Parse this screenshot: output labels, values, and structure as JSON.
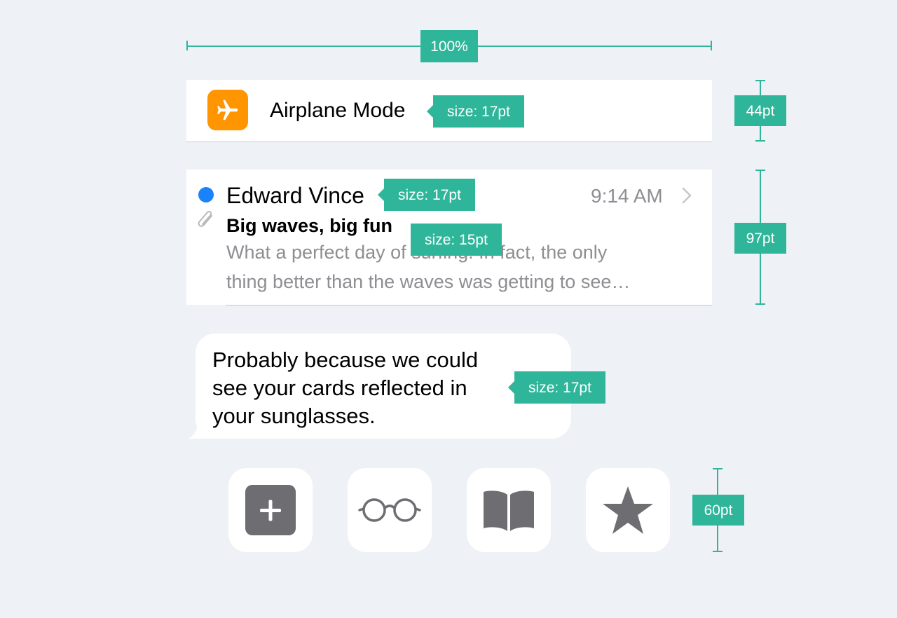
{
  "annotations": {
    "width_label": "100%",
    "row1_height": "44pt",
    "row2_height": "97pt",
    "row4_height": "60pt",
    "airplane_size": "size: 17pt",
    "sender_size": "size: 17pt",
    "subject_size": "size: 15pt",
    "bubble_size": "size: 17pt"
  },
  "settings_cell": {
    "icon": "airplane-icon",
    "label": "Airplane Mode"
  },
  "mail_cell": {
    "unread_indicator": "unread-dot",
    "attachment_icon": "paperclip-icon",
    "sender": "Edward Vince",
    "time": "9:14 AM",
    "subject": "Big waves, big fun",
    "preview_line1": "What a perfect day of surfing. In fact, the only",
    "preview_line2": "thing better than the waves was getting to see…"
  },
  "message_bubble": {
    "line1": "Probably because we could",
    "line2": "see your cards reflected in",
    "line3": "your sunglasses."
  },
  "toolbar_icons": [
    "add-icon",
    "glasses-icon",
    "book-icon",
    "star-icon"
  ],
  "colors": {
    "accent": "#2fb69a",
    "airplane_bg": "#ff9500",
    "unread_blue": "#1a82fb",
    "icon_gray": "#6d6d72"
  }
}
